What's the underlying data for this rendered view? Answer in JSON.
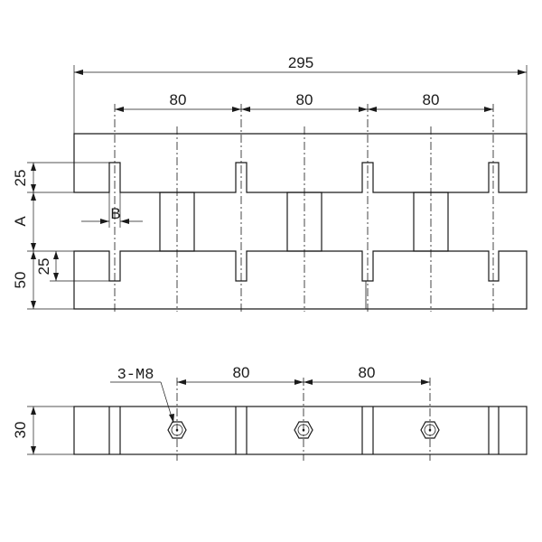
{
  "top_view": {
    "dims": {
      "overall_width": "295",
      "pitch_1": "80",
      "pitch_2": "80",
      "pitch_3": "80",
      "slot_depth_top": "25",
      "gap": "A",
      "slot_width": "B",
      "slot_depth_bottom": "25",
      "block_height": "50"
    }
  },
  "bottom_view": {
    "dims": {
      "thread_callout": "3-M8",
      "pitch_1": "80",
      "pitch_2": "80",
      "height": "30"
    }
  }
}
